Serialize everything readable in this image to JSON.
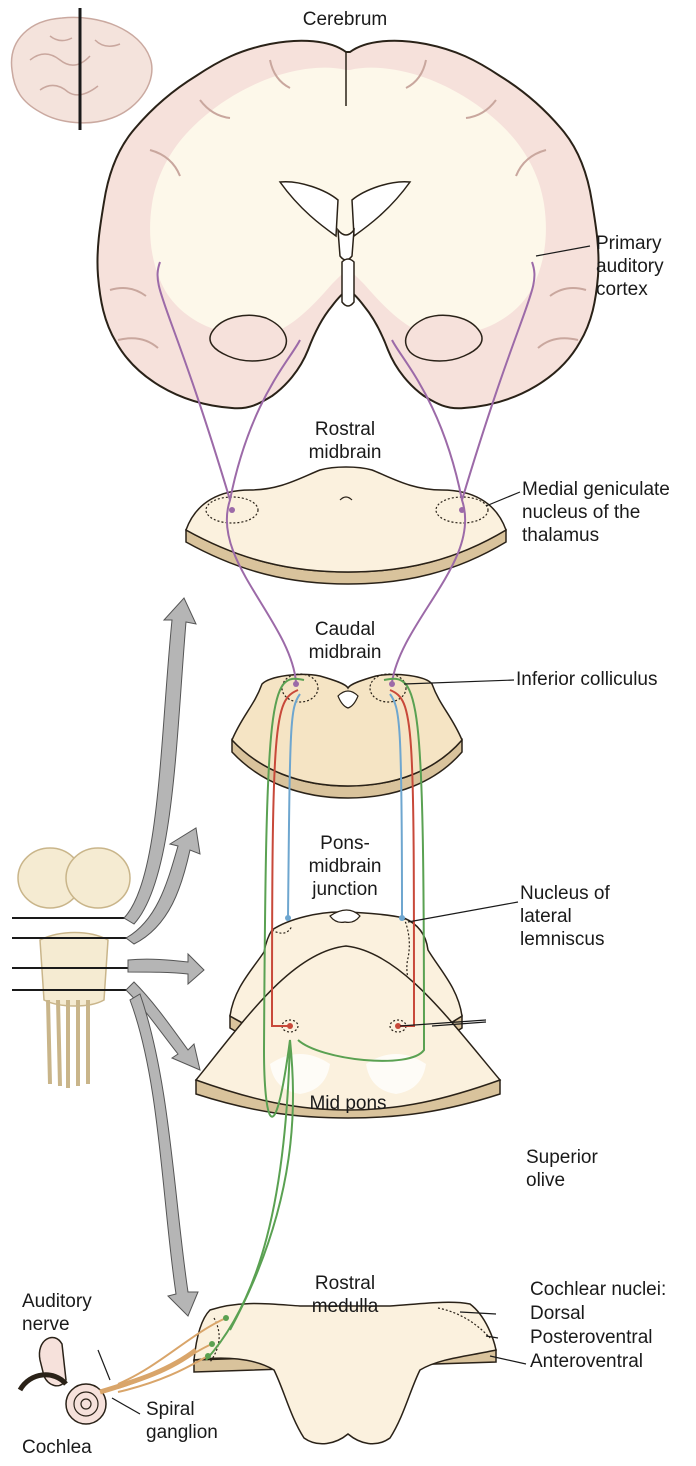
{
  "labels": {
    "cerebrum": "Cerebrum",
    "primary_auditory_cortex": "Primary\nauditory\ncortex",
    "rostral_midbrain": "Rostral\nmidbrain",
    "medial_geniculate": "Medial geniculate\nnucleus of the\nthalamus",
    "caudal_midbrain": "Caudal\nmidbrain",
    "inferior_colliculus": "Inferior colliculus",
    "pons_midbrain_junction": "Pons-\nmidbrain\njunction",
    "nucleus_lateral_lemniscus": "Nucleus of\nlateral\nlemniscus",
    "mid_pons": "Mid pons",
    "superior_olive": "Superior\nolive",
    "rostral_medulla": "Rostral\nmedulla",
    "cochlear_nuclei": "Cochlear nuclei:",
    "dorsal": "Dorsal",
    "posteroventral": "Posteroventral",
    "anteroventral": "Anteroventral",
    "auditory_nerve": "Auditory\nnerve",
    "spiral_ganglion": "Spiral\nganglion",
    "cochlea": "Cochlea"
  },
  "colors": {
    "tissue_fill": "#fbf1de",
    "tissue_edge": "#2a2218",
    "slab_side": "#d9c39c",
    "white_matter": "#fdf8ea",
    "pathway_purple": "#9c6aa8",
    "pathway_red": "#c8493a",
    "pathway_blue": "#6ea6cf",
    "pathway_green": "#5aa152",
    "pathway_tan": "#d9a56a",
    "arrow_gray": "#b5b5b5"
  },
  "icons": [
    "brain-lateral-icon",
    "brainstem-dorsal-icon",
    "cochlea-icon",
    "section-arrow-icon"
  ]
}
